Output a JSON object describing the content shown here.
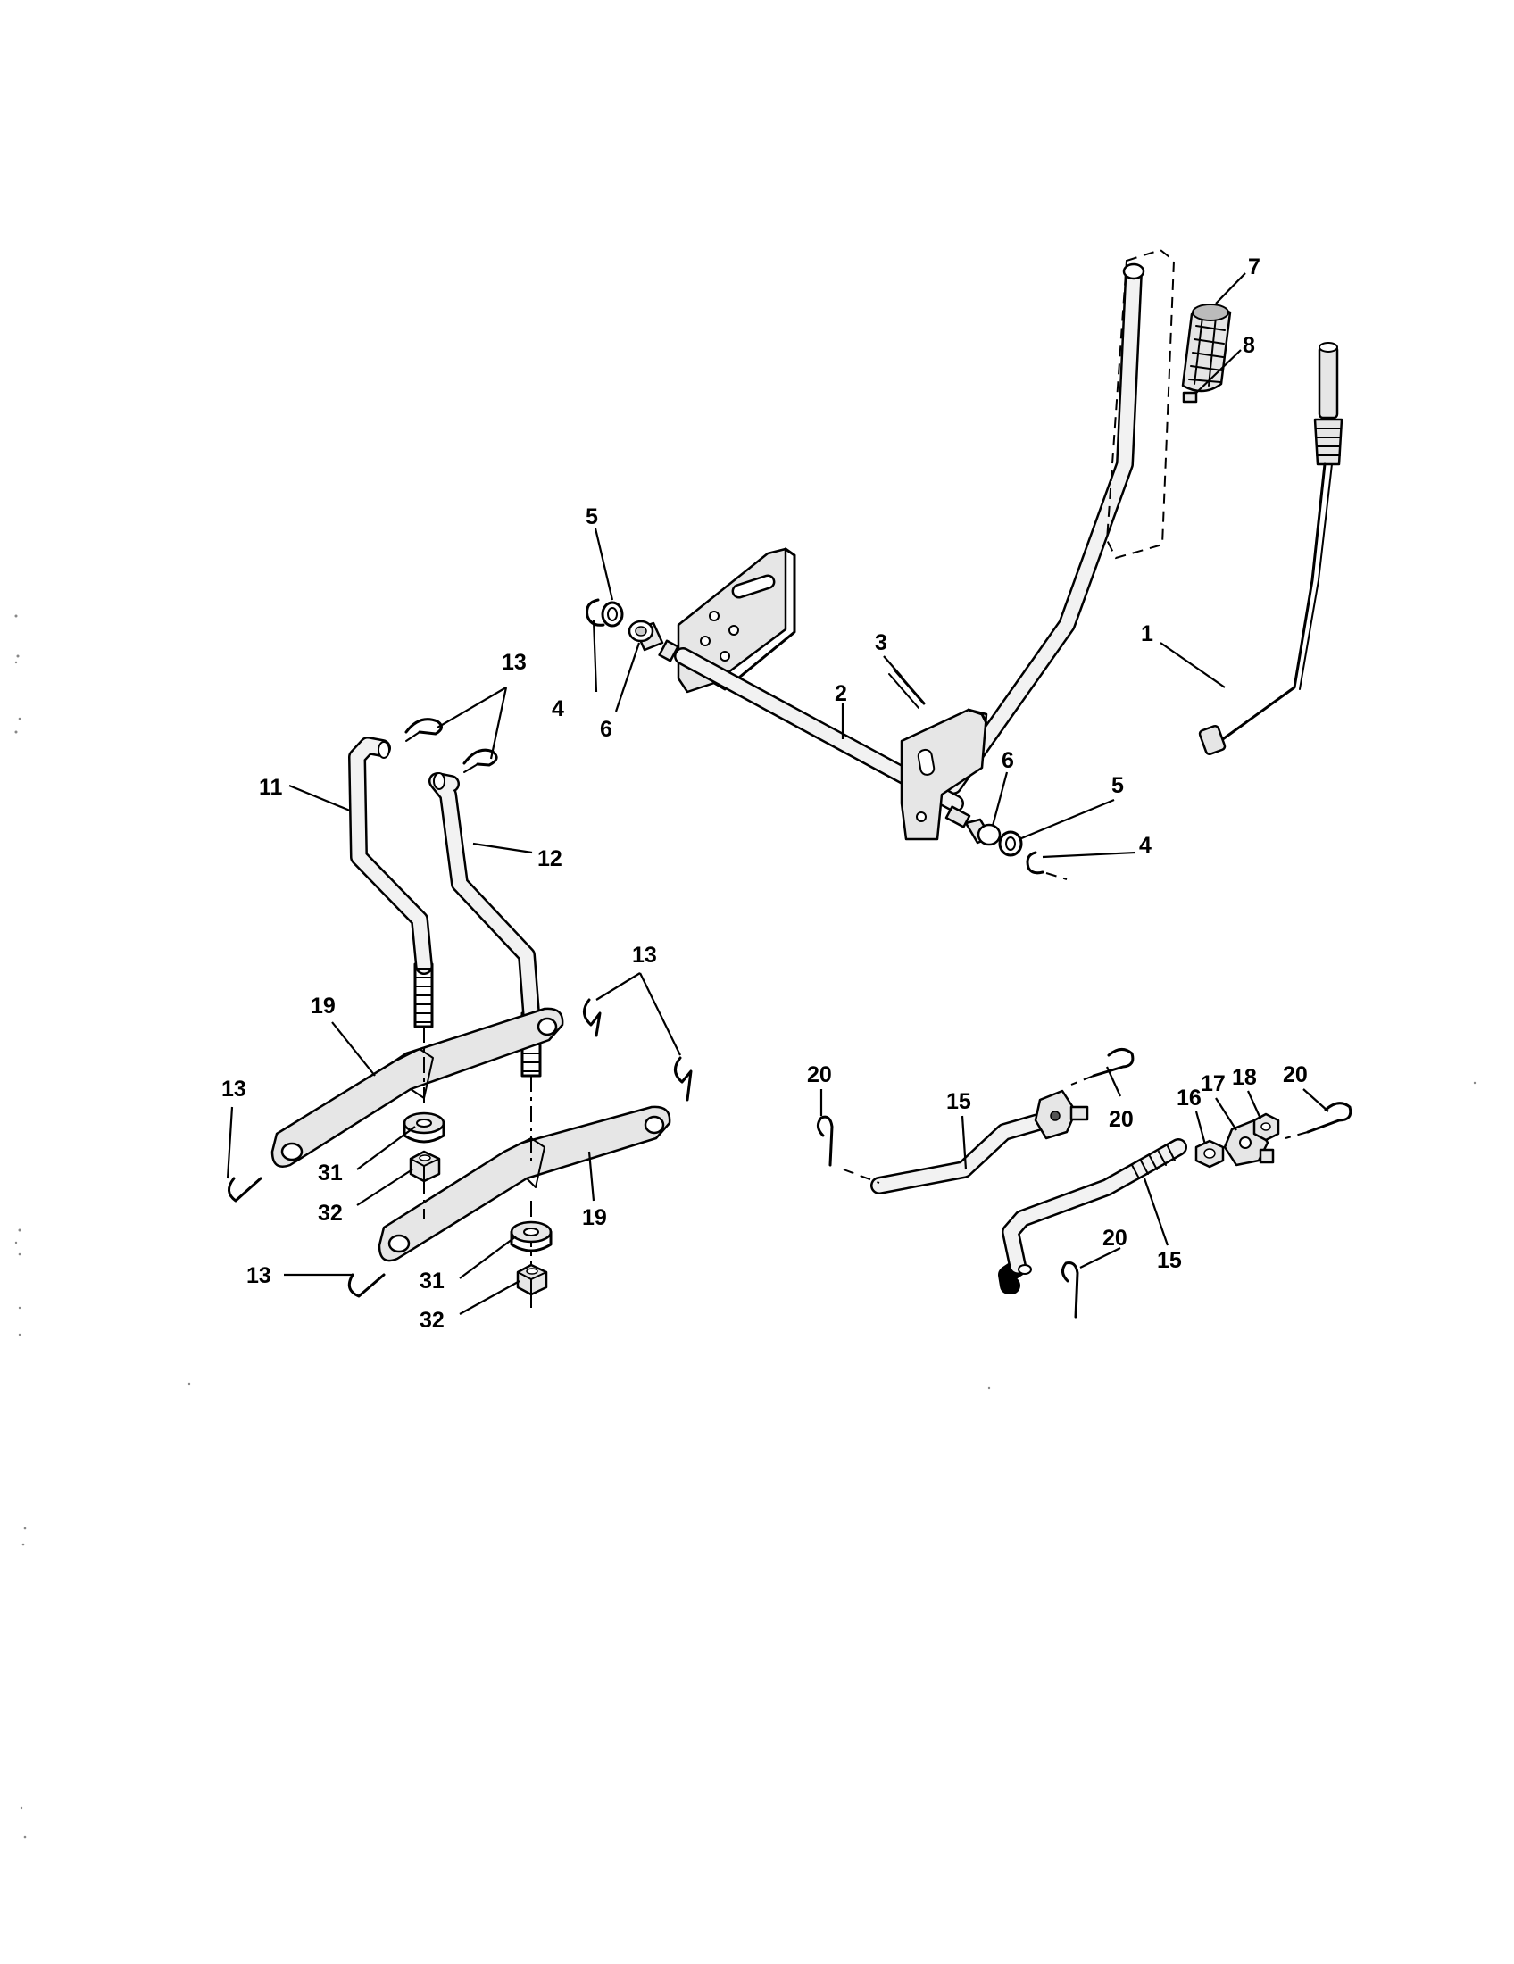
{
  "callouts": {
    "c1": "1",
    "c2": "2",
    "c3": "3",
    "c4a": "4",
    "c4b": "4",
    "c5a": "5",
    "c5b": "5",
    "c6a": "6",
    "c6b": "6",
    "c7": "7",
    "c8": "8",
    "c11": "11",
    "c12": "12",
    "c13a": "13",
    "c13b": "13",
    "c13c": "13",
    "c13d": "13",
    "c15a": "15",
    "c15b": "15",
    "c16": "16",
    "c17": "17",
    "c18": "18",
    "c19a": "19",
    "c19b": "19",
    "c20a": "20",
    "c20b": "20",
    "c20c": "20",
    "c20d": "20",
    "c31a": "31",
    "c31b": "31",
    "c32a": "32",
    "c32b": "32"
  }
}
